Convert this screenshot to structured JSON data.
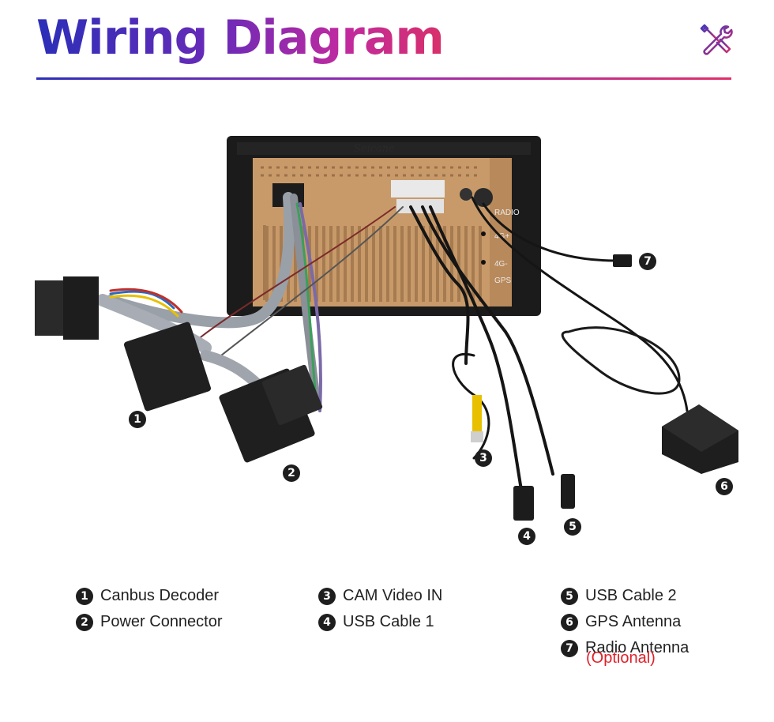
{
  "header": {
    "title": "Wiring Diagram"
  },
  "unit": {
    "brand": "Seicane",
    "port_labels": [
      "RADIO",
      "4G+",
      "4G-",
      "GPS"
    ]
  },
  "callouts": [
    "1",
    "2",
    "3",
    "4",
    "5",
    "6",
    "7"
  ],
  "legend": {
    "columns": [
      [
        {
          "num": "1",
          "label": "Canbus Decoder"
        },
        {
          "num": "2",
          "label": "Power Connector"
        }
      ],
      [
        {
          "num": "3",
          "label": "CAM Video IN"
        },
        {
          "num": "4",
          "label": "USB Cable 1"
        }
      ],
      [
        {
          "num": "5",
          "label": "USB Cable 2"
        },
        {
          "num": "6",
          "label": "GPS Antenna"
        },
        {
          "num": "7",
          "label": "Radio Antenna",
          "note": "(Optional)"
        }
      ]
    ]
  },
  "colors": {
    "gradient_start": "#2b2fb8",
    "gradient_end": "#e0306a",
    "optional_note": "#e0202a",
    "panel": "#c89a6a"
  }
}
